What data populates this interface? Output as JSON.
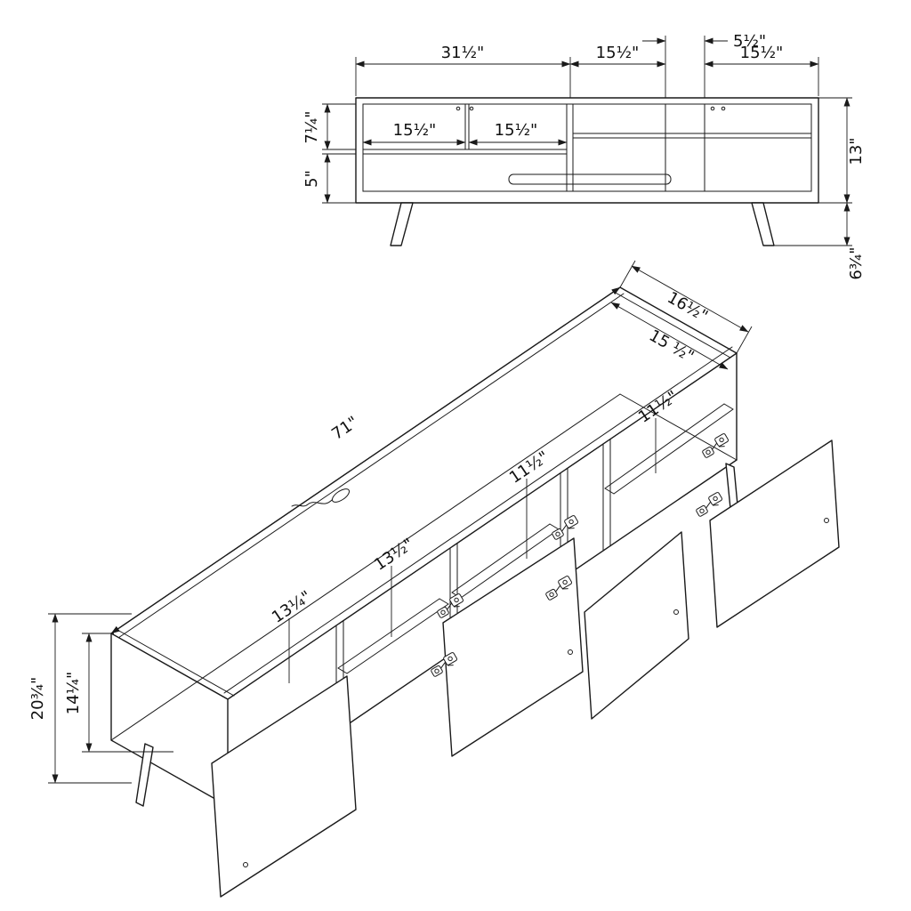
{
  "drawing": {
    "background": "#ffffff",
    "line_color": "#1a1a1a"
  },
  "front_view": {
    "slot_width": "5½\"",
    "left_section_width": "31½\"",
    "mid_section_width": "15½\"",
    "right_section_width": "15½\"",
    "upper_left_height": "7¼\"",
    "inner_left_width_a": "15½\"",
    "inner_left_width_b": "15½\"",
    "cabinet_height": "13\"",
    "lower_left_height": "5\"",
    "leg_height": "6¾\""
  },
  "iso_view": {
    "total_length": "71\"",
    "top_depth": "16½\"",
    "inner_depth": "15 ½\"",
    "right_shelf_width": "11½\"",
    "mid_shelf_width": "11½\"",
    "second_compartment_width": "13½\"",
    "first_compartment_width": "13¼\"",
    "total_height": "20¾\"",
    "inner_height": "14¼\""
  }
}
